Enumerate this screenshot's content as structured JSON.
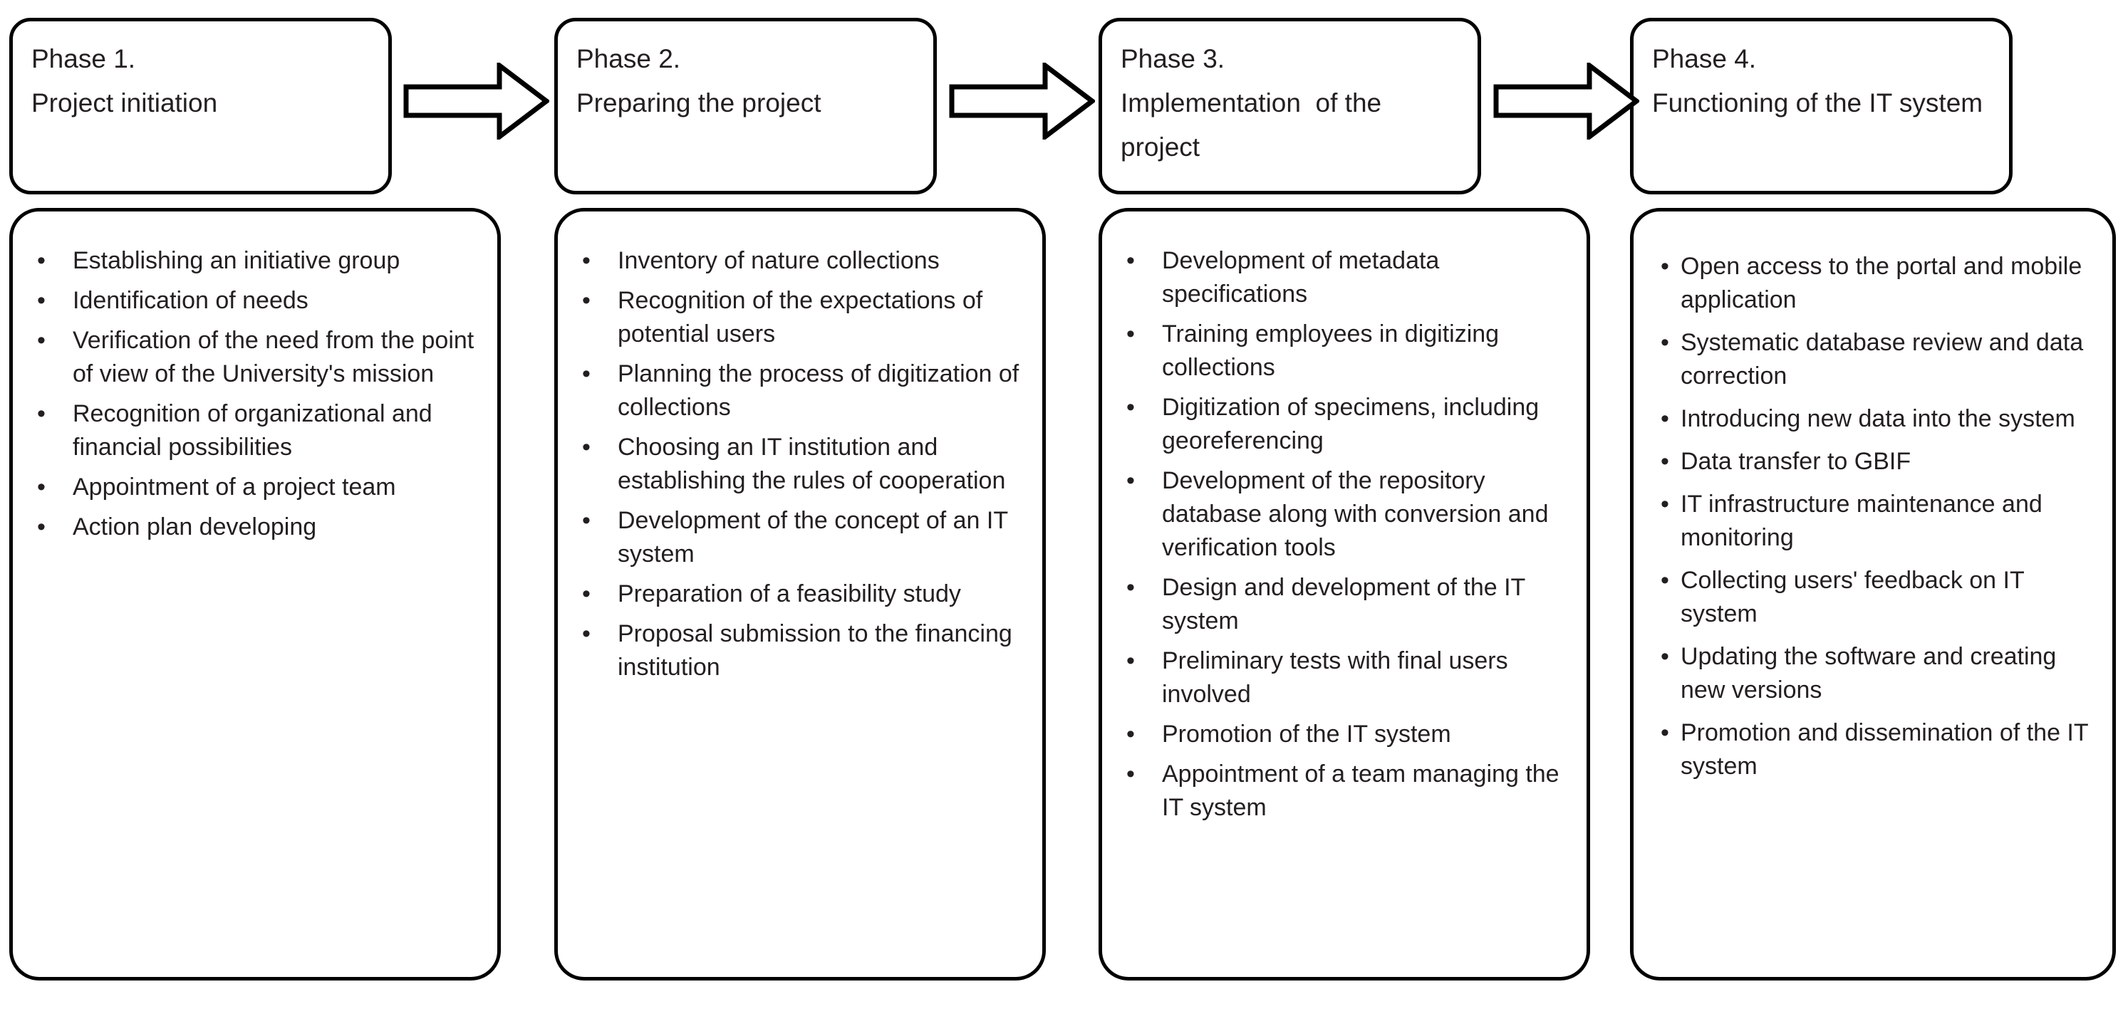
{
  "diagram": {
    "title_line_prefix": "Phase",
    "colors": {
      "stroke": "#000000",
      "text": "#231f20",
      "background": "#ffffff"
    },
    "arrows": [
      {
        "name": "arrow-phase1-to-phase2",
        "glyph": "right-block-arrow"
      },
      {
        "name": "arrow-phase2-to-phase3",
        "glyph": "right-block-arrow"
      },
      {
        "name": "arrow-phase3-to-phase4",
        "glyph": "right-block-arrow"
      }
    ],
    "phases": [
      {
        "id": "phase-1",
        "header_line1": "Phase 1.",
        "header_line2": "Project initiation",
        "bullet_style": "wide",
        "bullet_marker": "•",
        "items": [
          "Establishing an initiative group",
          "Identification of needs",
          "Verification of the need from the point of view of the University's mission",
          "Recognition of organizational and financial possibilities",
          "Appointment of a project team",
          "Action plan developing"
        ]
      },
      {
        "id": "phase-2",
        "header_line1": "Phase 2.",
        "header_line2": "Preparing the project",
        "bullet_style": "wide",
        "bullet_marker": "•",
        "items": [
          "Inventory of nature collections",
          "Recognition of the expectations of potential users",
          "Planning the process of digitization of collections",
          "Choosing an IT institution and establishing the rules of cooperation",
          "Development of the concept of an IT system",
          "Preparation of a feasibility study",
          "Proposal submission to the financing institution"
        ]
      },
      {
        "id": "phase-3",
        "header_line1": "Phase 3.",
        "header_line2": "Implementation  of the project",
        "bullet_style": "wide",
        "bullet_marker": "•",
        "items": [
          "Development of metadata specifications",
          "Training employees in digitizing collections",
          "Digitization of specimens, including georeferencing",
          "Development of the repository database along with conversion and verification tools",
          "Design and development of the IT system",
          "Preliminary tests with final users involved",
          "Promotion of the IT system",
          "Appointment of a team managing the IT system"
        ]
      },
      {
        "id": "phase-4",
        "header_line1": "Phase 4.",
        "header_line2": "Functioning of the IT system",
        "bullet_style": "tight",
        "bullet_marker": "•",
        "items": [
          "Open access to the portal and mobile application",
          "Systematic database review and data correction",
          "Introducing new data into the system",
          "Data transfer to GBIF",
          "IT infrastructure maintenance and monitoring",
          "Collecting users' feedback on IT system",
          "Updating the software and creating new versions",
          "Promotion and dissemination of the IT system"
        ]
      }
    ]
  }
}
